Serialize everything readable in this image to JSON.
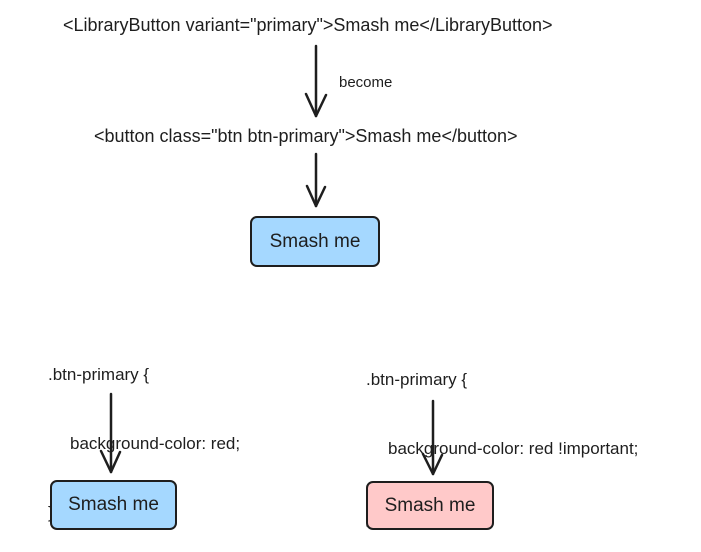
{
  "code": {
    "library_button": "<LibraryButton variant=\"primary\">Smash me</LibraryButton>",
    "become_label": "become",
    "native_button": "<button class=\"btn btn-primary\">Smash me</button>"
  },
  "buttons": {
    "label": "Smash me"
  },
  "css_left": {
    "line1": ".btn-primary {",
    "line2": "background-color: red;",
    "line3": "}"
  },
  "css_right": {
    "line1": ".btn-primary {",
    "line2": "background-color: red !important;",
    "line3": "}"
  },
  "colors": {
    "button_blue": "#a5d8ff",
    "button_red": "#ffc9c9",
    "stroke": "#1e1e1e"
  }
}
